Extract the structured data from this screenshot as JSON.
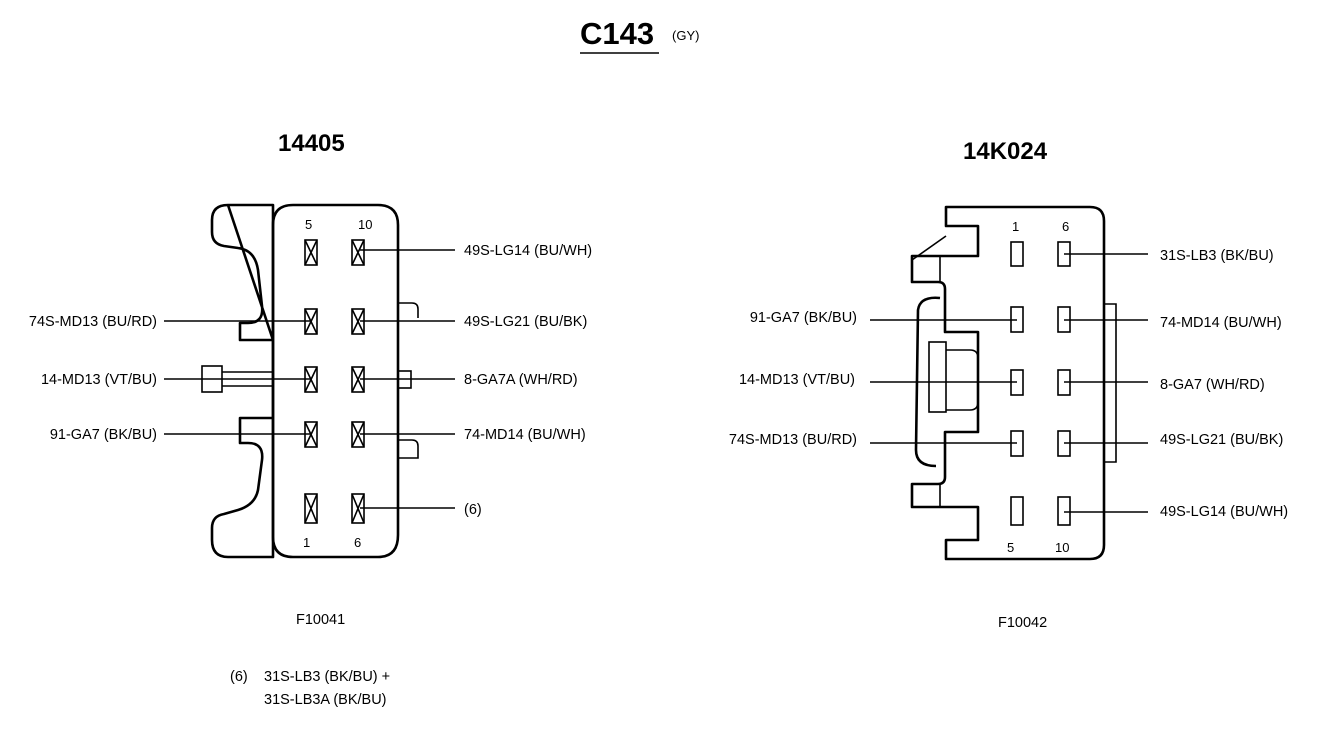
{
  "connector": {
    "id": "C143",
    "color_code": "(GY)"
  },
  "left": {
    "part_number": "14405",
    "figure_id": "F10041",
    "pin_numbers": {
      "top_left": "5",
      "top_right": "10",
      "bottom_left": "1",
      "bottom_right": "6"
    },
    "wires_left": [
      "74S-MD13 (BU/RD)",
      "14-MD13 (VT/BU)",
      "91-GA7 (BK/BU)"
    ],
    "wires_right": [
      "49S-LG14 (BU/WH)",
      "49S-LG21 (BU/BK)",
      "8-GA7A (WH/RD)",
      "74-MD14 (BU/WH)",
      "(6)"
    ]
  },
  "right": {
    "part_number": "14K024",
    "figure_id": "F10042",
    "pin_numbers": {
      "top_left": "1",
      "top_right": "6",
      "bottom_left": "5",
      "bottom_right": "10"
    },
    "wires_left": [
      "91-GA7 (BK/BU)",
      "14-MD13 (VT/BU)",
      "74S-MD13 (BU/RD)"
    ],
    "wires_right": [
      "31S-LB3 (BK/BU)",
      "74-MD14 (BU/WH)",
      "8-GA7 (WH/RD)",
      "49S-LG21 (BU/BK)",
      "49S-LG14 (BU/WH)"
    ]
  },
  "footnote": {
    "marker": "(6)",
    "line1": "31S-LB3 (BK/BU) +",
    "line2": "31S-LB3A (BK/BU)"
  }
}
